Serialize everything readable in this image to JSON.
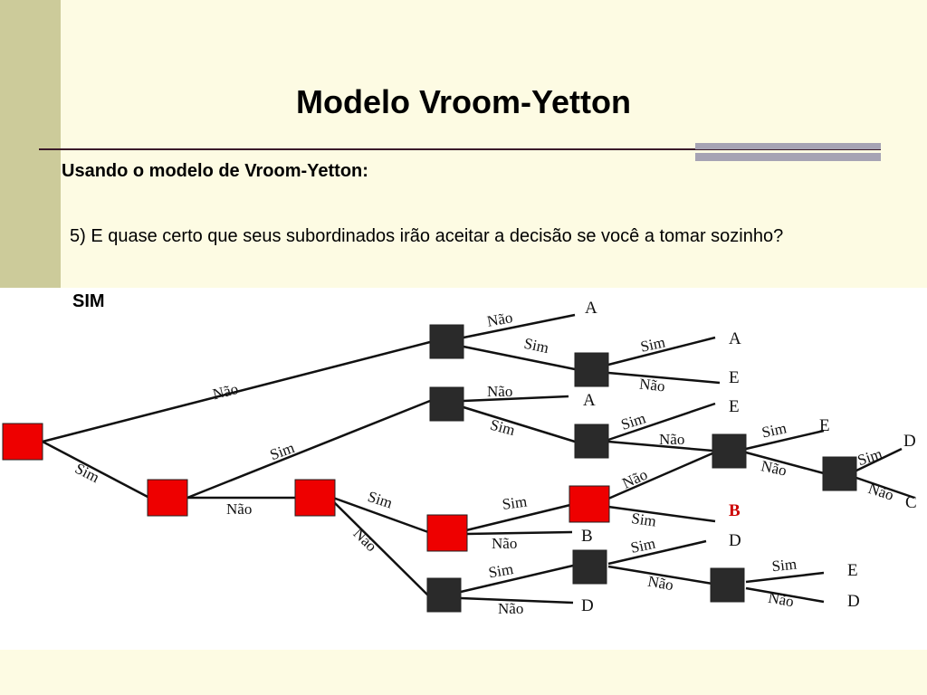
{
  "slide": {
    "title": "Modelo Vroom-Yetton",
    "subtitle": "Usando o modelo de Vroom-Yetton:",
    "question": "5) E quase certo que seus subordinados irão aceitar a decisão se você a tomar sozinho?",
    "answer": "SIM"
  },
  "colors": {
    "path_node": "#ee0000",
    "other_node": "#2a2a2a",
    "highlight_outcome": "#cc0000",
    "left_band": "#cccb9a",
    "background": "#fdfbe3"
  },
  "tree": {
    "nodes": [
      {
        "id": "n1",
        "state": "red"
      },
      {
        "id": "n2",
        "state": "red"
      },
      {
        "id": "n3",
        "state": "red"
      },
      {
        "id": "n4",
        "state": "red"
      },
      {
        "id": "n5",
        "state": "red"
      },
      {
        "id": "nb1",
        "state": "black"
      },
      {
        "id": "nb2",
        "state": "black"
      },
      {
        "id": "nb3",
        "state": "black"
      },
      {
        "id": "nb4",
        "state": "black"
      },
      {
        "id": "nb5",
        "state": "black"
      },
      {
        "id": "nb6",
        "state": "black"
      },
      {
        "id": "nb7",
        "state": "black"
      },
      {
        "id": "nb8",
        "state": "black"
      }
    ],
    "edge_labels": {
      "root_nao": "Não",
      "root_sim": "Sim",
      "n2_sim": "Sim",
      "n2_nao": "Não",
      "nb1_nao": "Não",
      "nb1_sim": "Sim",
      "nb2_sim": "Sim",
      "nb2_nao": "Não",
      "nb3_nao": "Não",
      "nb3_sim": "Sim",
      "nb4_sim": "Sim",
      "nb4_nao": "Não",
      "n3_sim": "Sim",
      "n3_nao": "Não",
      "n4_sim": "Sim",
      "n4_nao": "Não",
      "n5_nao": "Não",
      "n5_sim": "Sim",
      "nb5_sim": "Sim",
      "nb5_nao": "Não",
      "nb6_sim": "Sim",
      "nb6_nao": "Não",
      "nb7_sim": "Sim",
      "nb7_nao": "Não",
      "nb8_sim": "Sim",
      "nb8_nao": "Não"
    },
    "outcomes": {
      "o1": "A",
      "o2": "A",
      "o3": "E",
      "o4": "A",
      "o5": "E",
      "o6": "E",
      "o7": "D",
      "o8": "C",
      "o9": "B",
      "o10": "B",
      "o11": "D",
      "o12": "D",
      "o13": "E",
      "o14": "D"
    }
  }
}
